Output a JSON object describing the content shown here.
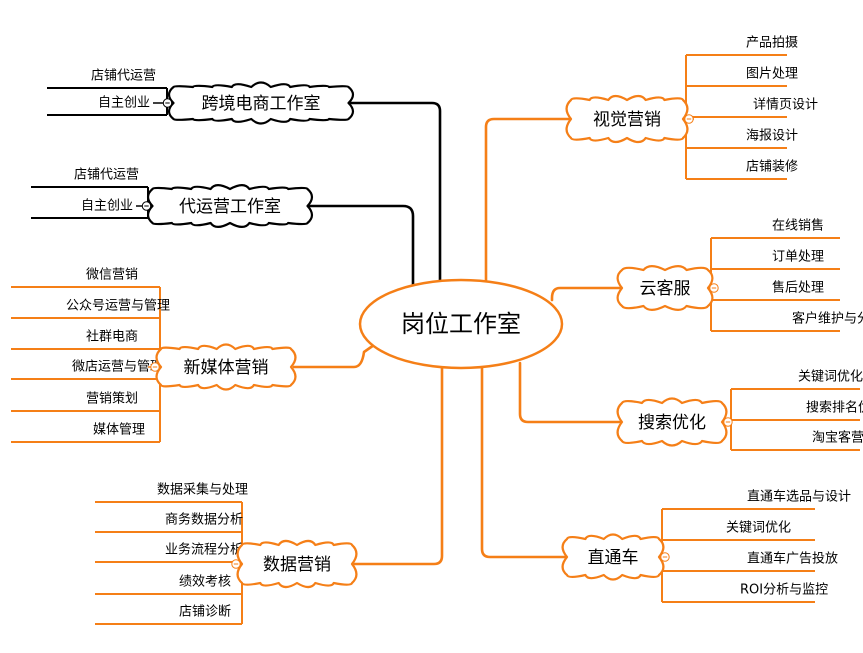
{
  "colors": {
    "orange": "#F57F17",
    "black": "#000000",
    "cloud_fill": "#FFFFFF"
  },
  "center": {
    "label": "岗位工作室"
  },
  "branches": [
    {
      "id": "crossborder",
      "color": "black",
      "label": "跨境电商工作室",
      "items": [
        "店铺代运营",
        "自主创业"
      ]
    },
    {
      "id": "agency",
      "color": "black",
      "label": "代运营工作室",
      "items": [
        "店铺代运营",
        "自主创业"
      ]
    },
    {
      "id": "newmedia",
      "color": "orange",
      "label": "新媒体营销",
      "items": [
        "微信营销",
        "公众号运营与管理",
        "社群电商",
        "微店运营与管理",
        "营销策划",
        "媒体管理"
      ]
    },
    {
      "id": "data",
      "color": "orange",
      "label": "数据营销",
      "items": [
        "数据采集与处理",
        "商务数据分析",
        "业务流程分析",
        "绩效考核",
        "店铺诊断"
      ]
    },
    {
      "id": "visual",
      "color": "orange",
      "label": "视觉营销",
      "items": [
        "产品拍摄",
        "图片处理",
        "详情页设计",
        "海报设计",
        "店铺装修"
      ]
    },
    {
      "id": "cloudcs",
      "color": "orange",
      "label": "云客服",
      "items": [
        "在线销售",
        "订单处理",
        "售后处理",
        "客户维护与分析"
      ]
    },
    {
      "id": "seo",
      "color": "orange",
      "label": "搜索优化",
      "items": [
        "关键词优化",
        "搜索排名优化",
        "淘宝客营销"
      ]
    },
    {
      "id": "ztc",
      "color": "orange",
      "label": "直通车",
      "items": [
        "直通车选品与设计",
        "关键词优化",
        "直通车广告投放",
        "ROI分析与监控"
      ]
    }
  ]
}
